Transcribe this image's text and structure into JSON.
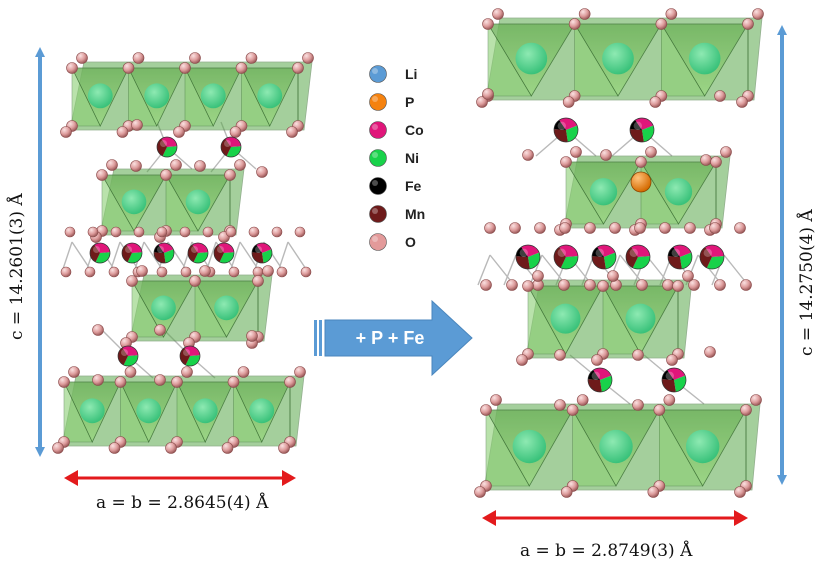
{
  "legend": [
    {
      "symbol": "Li",
      "color": "#5b9bd5"
    },
    {
      "symbol": "P",
      "color": "#f5820f"
    },
    {
      "symbol": "Co",
      "color": "#e0167a"
    },
    {
      "symbol": "Ni",
      "color": "#18d24a"
    },
    {
      "symbol": "Fe",
      "color": "#000000"
    },
    {
      "symbol": "Mn",
      "color": "#6e1a1a"
    },
    {
      "symbol": "O",
      "color": "#e39a9a"
    }
  ],
  "left_structure": {
    "c_label": "c = 14.2601(3) Å",
    "a_label": "a = b = 2.8645(4) Å"
  },
  "right_structure": {
    "c_label": "c = 14.2750(4) Å",
    "a_label": "a = b = 2.8749(3) Å"
  },
  "transform_arrow": {
    "label": "+ P + Fe"
  },
  "colors": {
    "octahedron": "#7fc46a",
    "octahedron_dark": "#3f8a38",
    "center_atom": "#2ed184",
    "oxygen": "#e0a0a0",
    "c_axis_arrow": "#5b9bd5",
    "a_axis_arrow": "#e31a1c",
    "process_arrow": "#5b9bd5"
  }
}
